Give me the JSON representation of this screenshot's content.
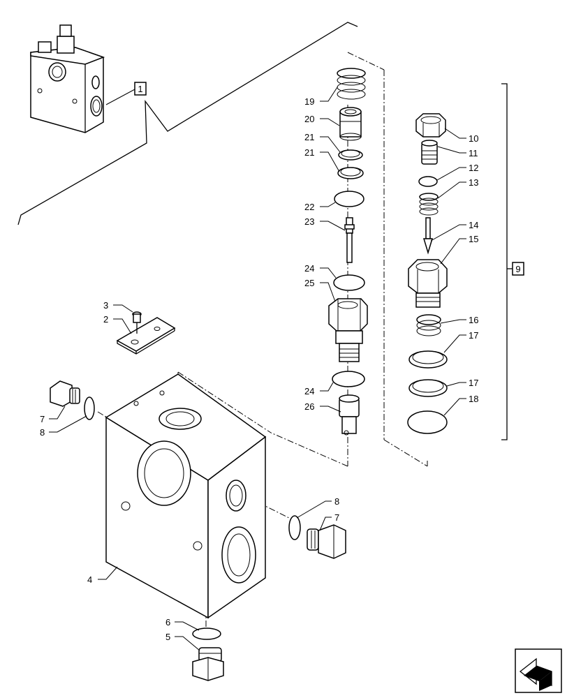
{
  "diagram": {
    "callouts": {
      "c1": "1",
      "c2": "2",
      "c3": "3",
      "c4": "4",
      "c5": "5",
      "c6": "6",
      "c7a": "7",
      "c7b": "7",
      "c8a": "8",
      "c8b": "8",
      "c9": "9",
      "c10": "10",
      "c11": "11",
      "c12": "12",
      "c13": "13",
      "c14": "14",
      "c15": "15",
      "c16": "16",
      "c17a": "17",
      "c17b": "17",
      "c18": "18",
      "c19": "19",
      "c20": "20",
      "c21a": "21",
      "c21b": "21",
      "c22": "22",
      "c23": "23",
      "c24a": "24",
      "c24b": "24",
      "c25": "25",
      "c26": "26"
    },
    "nav_icon": "next-page-arrow-icon"
  }
}
